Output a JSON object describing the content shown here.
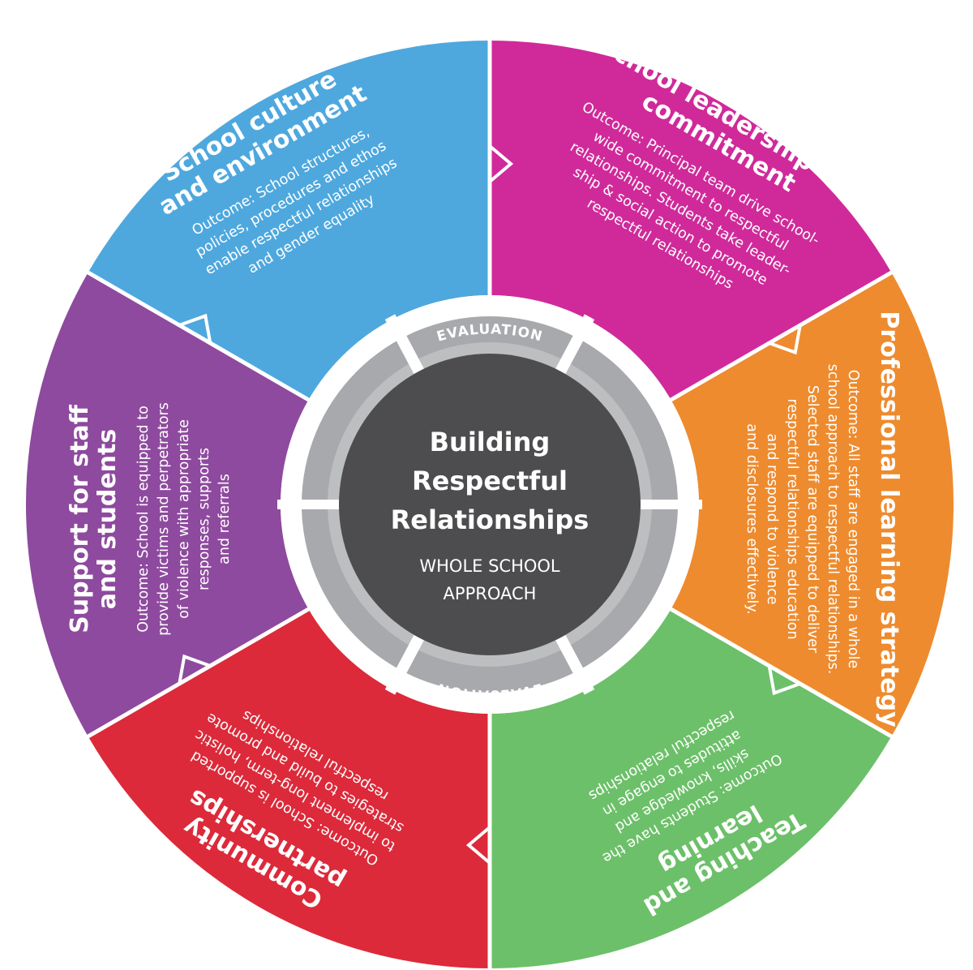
{
  "center": {
    "title_lines": [
      "Building",
      "Respectful",
      "Relationships"
    ],
    "subtitle_lines": [
      "WHOLE SCHOOL",
      "APPROACH"
    ]
  },
  "evaluation": {
    "top_label": "EVALUATION",
    "bottom_label": "EVALUATION"
  },
  "segments": [
    {
      "id": "school-culture",
      "color": "#4EA8DE",
      "title_lines": [
        "School culture",
        "and environment"
      ],
      "outcome_lines": [
        "Outcome: School structures,",
        "policies, procedures and ethos",
        "enable respectful relationships",
        "and gender equality"
      ]
    },
    {
      "id": "school-leadership",
      "color": "#D02A9A",
      "title_lines": [
        "School leadership and",
        "commitment"
      ],
      "outcome_lines": [
        "Outcome: Principal team drive school-",
        "wide commitment to respectful",
        "relationships. Students take leader-",
        "ship & social action to promote",
        "respectful relationships"
      ]
    },
    {
      "id": "professional-learning",
      "color": "#EE8B2E",
      "title_lines": [
        "Professional learning strategy"
      ],
      "outcome_lines": [
        "Outcome: All staff are engaged in a whole",
        "school approach to respectful relationships.",
        "Selected staff are equipped to deliver",
        "respectful relationships education",
        "and respond to violence",
        "and disclosures effectively."
      ]
    },
    {
      "id": "teaching-learning",
      "color": "#6CC069",
      "title_lines": [
        "Teaching and",
        "learning"
      ],
      "outcome_lines": [
        "Outcome: Students have the",
        "skills, knowledge and",
        "attitudes to engage in",
        "respectful relationships"
      ]
    },
    {
      "id": "community-partnerships",
      "color": "#DC2A3A",
      "title_lines": [
        "Community",
        "partnerships"
      ],
      "outcome_lines": [
        "Outcome: School is supported",
        "to implement long-term, holistic",
        "strategies to build and promote",
        "respectful relationships"
      ]
    },
    {
      "id": "support-staff-students",
      "color": "#8E4A9E",
      "title_lines": [
        "Support for staff",
        "and students"
      ],
      "outcome_lines": [
        "Outcome: School is equipped to",
        "provide victims and perpetrators",
        "of violence with appropriate",
        "responses, supports",
        "and referrals"
      ]
    }
  ],
  "colors": {
    "ring_gray": "#A7A9AC",
    "ring_gray_light": "#BCBEC0",
    "center_dark": "#4D4D4F",
    "background": "#FFFFFF"
  }
}
